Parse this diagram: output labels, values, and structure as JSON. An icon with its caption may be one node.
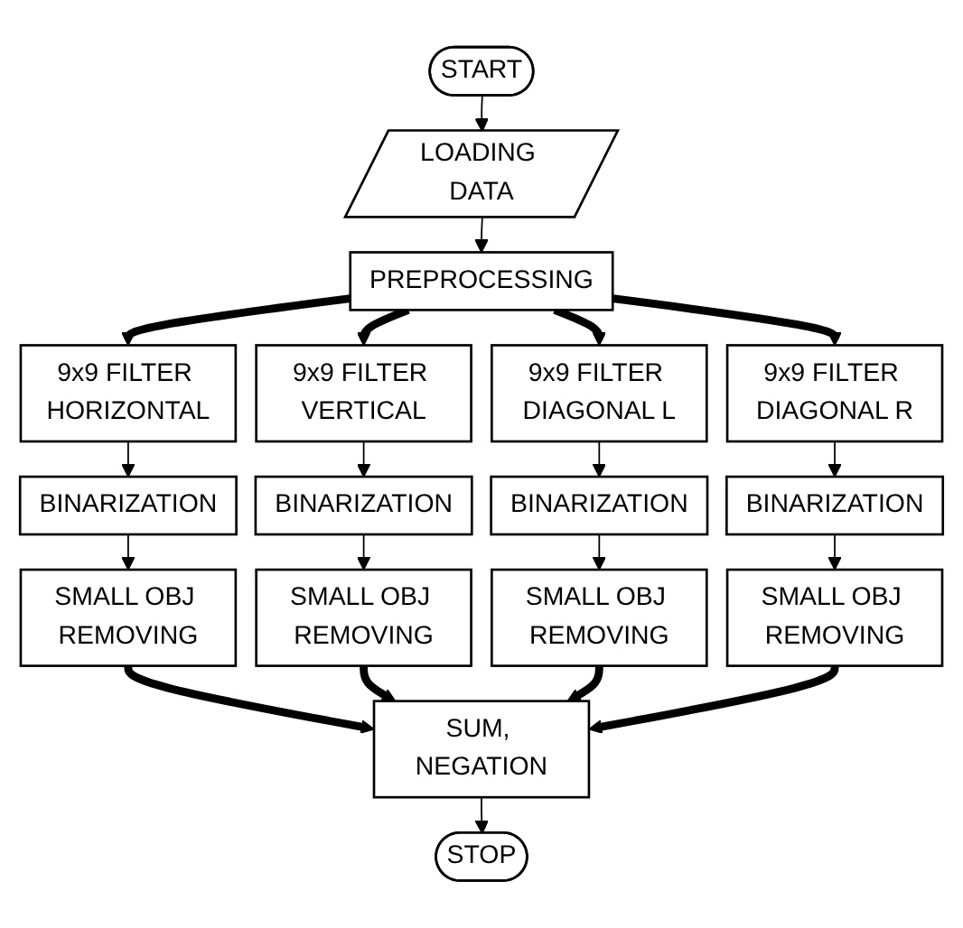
{
  "diagram": {
    "nodes": [
      {
        "text": [
          "START"
        ]
      },
      {
        "text": [
          "LOADING DATA"
        ]
      },
      {
        "text": [
          "PREPROCESSING"
        ]
      },
      {
        "text": [
          "9x9 FILTER HORIZONTAL"
        ]
      },
      {
        "text": [
          "9x9 FILTER VERTICAL"
        ]
      },
      {
        "text": [
          "9x9 FILTER DIAGONAL L"
        ]
      },
      {
        "text": [
          "9x9 FILTER DIAGONAL R"
        ]
      },
      {
        "text": [
          "BINARIZATION"
        ]
      },
      {
        "text": [
          "BINARIZATION"
        ]
      },
      {
        "text": [
          "BINARIZATION"
        ]
      },
      {
        "text": [
          "BINARIZATION"
        ]
      },
      {
        "text": [
          "SMALL OBJ REMOVING"
        ]
      },
      {
        "text": [
          "SMALL OBJ REMOVING"
        ]
      },
      {
        "text": [
          "SMALL OBJ REMOVING"
        ]
      },
      {
        "text": [
          "SMALL OBJ REMOVING"
        ]
      },
      {
        "text": [
          "SUM, NEGATION"
        ]
      },
      {
        "text": [
          "STOP"
        ]
      }
    ],
    "edges": [
      {
        "from": 0,
        "to": 1,
        "arrow": "to"
      },
      {
        "from": 1,
        "to": 2,
        "arrow": "to"
      },
      {
        "from": 2,
        "to": 3,
        "arrow": "to",
        "style": "thick"
      },
      {
        "from": 2,
        "to": 4,
        "arrow": "to",
        "style": "thick"
      },
      {
        "from": 2,
        "to": 5,
        "arrow": "to",
        "style": "thick"
      },
      {
        "from": 2,
        "to": 6,
        "arrow": "to",
        "style": "thick"
      },
      {
        "from": 3,
        "to": 7,
        "arrow": "to"
      },
      {
        "from": 4,
        "to": 8,
        "arrow": "to"
      },
      {
        "from": 5,
        "to": 9,
        "arrow": "to"
      },
      {
        "from": 6,
        "to": 10,
        "arrow": "to"
      },
      {
        "from": 7,
        "to": 11,
        "arrow": "to"
      },
      {
        "from": 8,
        "to": 12,
        "arrow": "to"
      },
      {
        "from": 9,
        "to": 13,
        "arrow": "to"
      },
      {
        "from": 10,
        "to": 14,
        "arrow": "to"
      },
      {
        "from": 11,
        "to": 15,
        "arrow": "to",
        "style": "thick"
      },
      {
        "from": 12,
        "to": 15,
        "arrow": "to",
        "style": "thick"
      },
      {
        "from": 13,
        "to": 15,
        "arrow": "to",
        "style": "thick"
      },
      {
        "from": 14,
        "to": 15,
        "arrow": "to",
        "style": "thick"
      },
      {
        "from": 15,
        "to": 16,
        "arrow": "to"
      }
    ]
  }
}
